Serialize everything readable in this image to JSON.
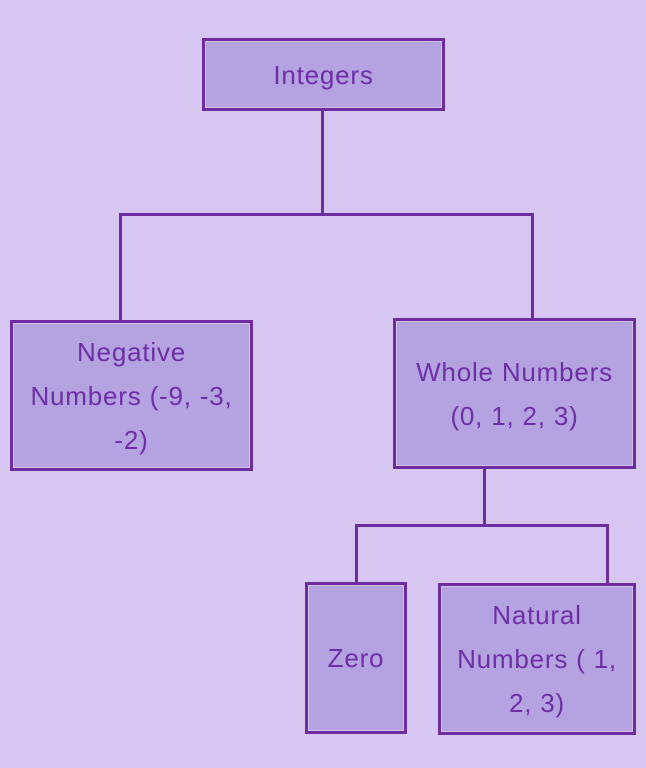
{
  "colors": {
    "background": "#d7c6f2",
    "node_fill": "#b5a2e0",
    "node_border": "#6d2da1",
    "text": "#6e2fa6",
    "connector": "#6d2da1"
  },
  "diagram": {
    "type": "tree",
    "nodes": {
      "integers": {
        "label": "Integers",
        "lines": [
          "Integers"
        ]
      },
      "negative": {
        "label": "Negative Numbers (-9, -3, -2)",
        "lines": [
          "Negative",
          "Numbers (-9, -3,",
          "-2)"
        ]
      },
      "whole": {
        "label": "Whole Numbers (0, 1, 2, 3)",
        "lines": [
          "Whole Numbers",
          "(0, 1, 2, 3)"
        ]
      },
      "zero": {
        "label": "Zero",
        "lines": [
          "Zero"
        ]
      },
      "natural": {
        "label": "Natural Numbers ( 1, 2, 3)",
        "lines": [
          "Natural",
          "Numbers ( 1,",
          "2, 3)"
        ]
      }
    },
    "edges": [
      {
        "from": "integers",
        "to": "negative"
      },
      {
        "from": "integers",
        "to": "whole"
      },
      {
        "from": "whole",
        "to": "zero"
      },
      {
        "from": "whole",
        "to": "natural"
      }
    ]
  }
}
